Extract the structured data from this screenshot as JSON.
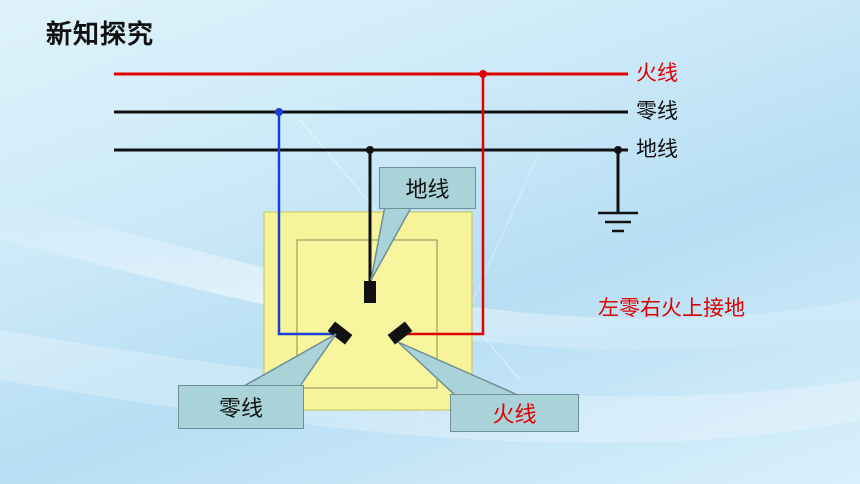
{
  "page": {
    "title": "新知探究"
  },
  "lines": {
    "live_label": "火线",
    "neutral_label": "零线",
    "earth_label": "地线"
  },
  "callouts": {
    "earth": "地线",
    "neutral": "零线",
    "live": "火线"
  },
  "rule": "左零右火上接地",
  "colors": {
    "live": "#e00000",
    "neutral": "#1a3fd6",
    "earth": "#111111",
    "socket_plate": "#f6f39a",
    "callout_fill": "#a9d3d9"
  }
}
